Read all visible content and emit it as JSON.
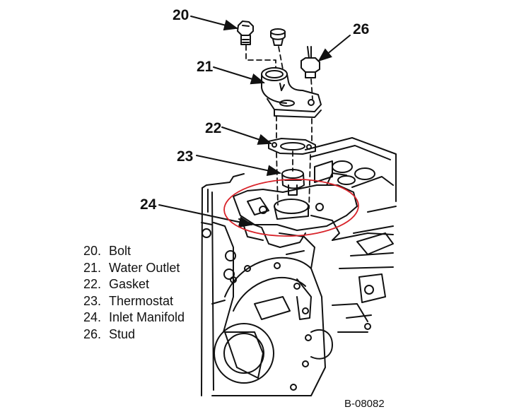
{
  "callouts": [
    {
      "id": "20",
      "text": "20"
    },
    {
      "id": "21",
      "text": "21"
    },
    {
      "id": "22",
      "text": "22"
    },
    {
      "id": "23",
      "text": "23"
    },
    {
      "id": "24",
      "text": "24"
    },
    {
      "id": "26",
      "text": "26"
    }
  ],
  "legend": [
    {
      "num": "20.",
      "label": "Bolt"
    },
    {
      "num": "21.",
      "label": "Water Outlet"
    },
    {
      "num": "22.",
      "label": "Gasket"
    },
    {
      "num": "23.",
      "label": "Thermostat"
    },
    {
      "num": "24.",
      "label": "Inlet Manifold"
    },
    {
      "num": "26.",
      "label": "Stud"
    }
  ],
  "reference_code": "B-08082",
  "colors": {
    "ink": "#111111",
    "highlight": "#d8232a",
    "background": "#ffffff"
  }
}
